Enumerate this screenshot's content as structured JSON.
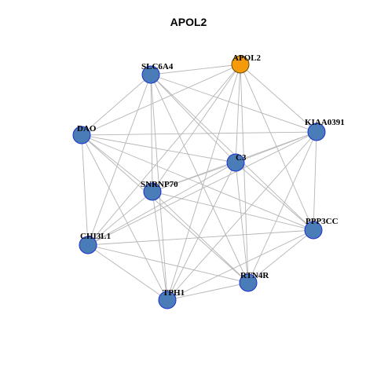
{
  "title": "APOL2",
  "colors": {
    "hub": "#f59b0b",
    "node": "#4a7db8",
    "edge": "#b5b5b5"
  },
  "nodes": [
    {
      "id": "APOL2",
      "label": "APOL2",
      "hub": true
    },
    {
      "id": "SLC6A4",
      "label": "SLC6A4"
    },
    {
      "id": "KIAA0391",
      "label": "KIAA0391"
    },
    {
      "id": "DAO",
      "label": "DAO"
    },
    {
      "id": "C3",
      "label": "C3"
    },
    {
      "id": "SNRNP70",
      "label": "SNRNP70"
    },
    {
      "id": "PPP3CC",
      "label": "PPP3CC"
    },
    {
      "id": "CHI3L1",
      "label": "CHI3L1"
    },
    {
      "id": "RTN4R",
      "label": "RTN4R"
    },
    {
      "id": "TPH1",
      "label": "TPH1"
    }
  ],
  "edges": [
    [
      "APOL2",
      "SLC6A4"
    ],
    [
      "APOL2",
      "KIAA0391"
    ],
    [
      "APOL2",
      "DAO"
    ],
    [
      "APOL2",
      "C3"
    ],
    [
      "APOL2",
      "SNRNP70"
    ],
    [
      "APOL2",
      "PPP3CC"
    ],
    [
      "APOL2",
      "CHI3L1"
    ],
    [
      "APOL2",
      "RTN4R"
    ],
    [
      "APOL2",
      "TPH1"
    ],
    [
      "SLC6A4",
      "DAO"
    ],
    [
      "SLC6A4",
      "KIAA0391"
    ],
    [
      "SLC6A4",
      "C3"
    ],
    [
      "SLC6A4",
      "SNRNP70"
    ],
    [
      "SLC6A4",
      "PPP3CC"
    ],
    [
      "SLC6A4",
      "CHI3L1"
    ],
    [
      "SLC6A4",
      "RTN4R"
    ],
    [
      "SLC6A4",
      "TPH1"
    ],
    [
      "KIAA0391",
      "DAO"
    ],
    [
      "KIAA0391",
      "C3"
    ],
    [
      "KIAA0391",
      "SNRNP70"
    ],
    [
      "KIAA0391",
      "PPP3CC"
    ],
    [
      "KIAA0391",
      "CHI3L1"
    ],
    [
      "KIAA0391",
      "RTN4R"
    ],
    [
      "KIAA0391",
      "TPH1"
    ],
    [
      "DAO",
      "C3"
    ],
    [
      "DAO",
      "SNRNP70"
    ],
    [
      "DAO",
      "PPP3CC"
    ],
    [
      "DAO",
      "CHI3L1"
    ],
    [
      "DAO",
      "RTN4R"
    ],
    [
      "DAO",
      "TPH1"
    ],
    [
      "C3",
      "SNRNP70"
    ],
    [
      "C3",
      "PPP3CC"
    ],
    [
      "C3",
      "CHI3L1"
    ],
    [
      "C3",
      "RTN4R"
    ],
    [
      "C3",
      "TPH1"
    ],
    [
      "SNRNP70",
      "PPP3CC"
    ],
    [
      "SNRNP70",
      "CHI3L1"
    ],
    [
      "SNRNP70",
      "RTN4R"
    ],
    [
      "SNRNP70",
      "TPH1"
    ],
    [
      "PPP3CC",
      "CHI3L1"
    ],
    [
      "PPP3CC",
      "RTN4R"
    ],
    [
      "PPP3CC",
      "TPH1"
    ],
    [
      "CHI3L1",
      "RTN4R"
    ],
    [
      "CHI3L1",
      "TPH1"
    ],
    [
      "RTN4R",
      "TPH1"
    ]
  ]
}
